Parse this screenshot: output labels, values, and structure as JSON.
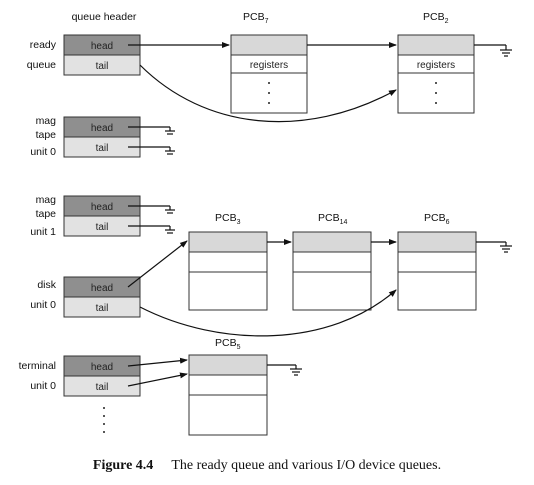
{
  "header": {
    "queue_header": "queue header"
  },
  "queues": {
    "ready": {
      "label_1": "ready",
      "label_2": "queue",
      "head": "head",
      "tail": "tail"
    },
    "mag0": {
      "label_1": "mag",
      "label_2": "tape",
      "label_3": "unit 0",
      "head": "head",
      "tail": "tail"
    },
    "mag1": {
      "label_1": "mag",
      "label_2": "tape",
      "label_3": "unit 1",
      "head": "head",
      "tail": "tail"
    },
    "disk": {
      "label_1": "disk",
      "label_2": "unit 0",
      "head": "head",
      "tail": "tail"
    },
    "terminal": {
      "label_1": "terminal",
      "label_2": "unit 0",
      "head": "head",
      "tail": "tail"
    }
  },
  "pcbs": {
    "ready_1": {
      "name": "PCB",
      "sub": "7",
      "field": "registers"
    },
    "ready_2": {
      "name": "PCB",
      "sub": "2",
      "field": "registers"
    },
    "disk_1": {
      "name": "PCB",
      "sub": "3"
    },
    "disk_2": {
      "name": "PCB",
      "sub": "14"
    },
    "disk_3": {
      "name": "PCB",
      "sub": "6"
    },
    "terminal_1": {
      "name": "PCB",
      "sub": "5"
    }
  },
  "caption": {
    "figure_number": "Figure 4.4",
    "text": "The ready queue and various I/O device queues."
  }
}
